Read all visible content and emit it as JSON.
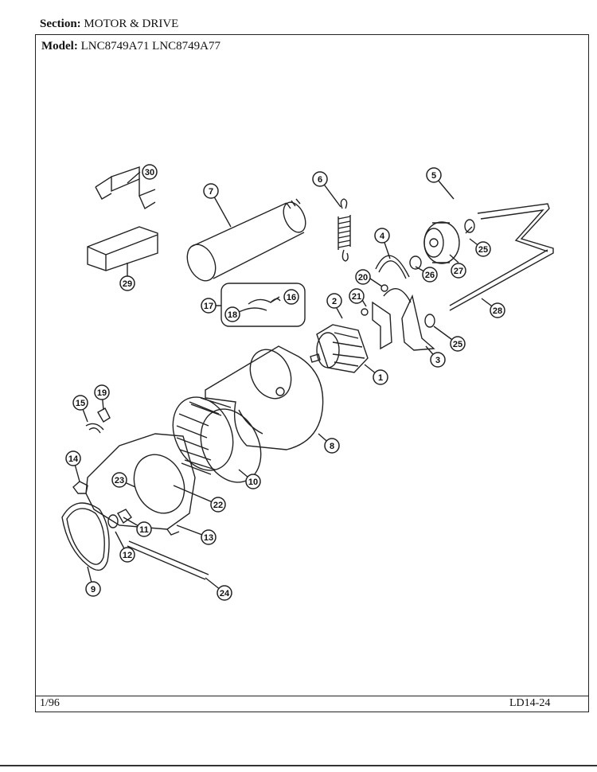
{
  "header": {
    "section_label": "Section:",
    "section_value": "MOTOR & DRIVE"
  },
  "model": {
    "label": "Model:",
    "value": "LNC8749A71  LNC8749A77"
  },
  "footer": {
    "date": "1/96",
    "page_code": "LD14-24"
  },
  "callouts": [
    "1",
    "2",
    "3",
    "4",
    "5",
    "6",
    "7",
    "8",
    "9",
    "10",
    "11",
    "12",
    "13",
    "14",
    "15",
    "16",
    "17",
    "18",
    "19",
    "20",
    "21",
    "22",
    "23",
    "24",
    "25",
    "25",
    "26",
    "27",
    "28",
    "29",
    "30"
  ]
}
